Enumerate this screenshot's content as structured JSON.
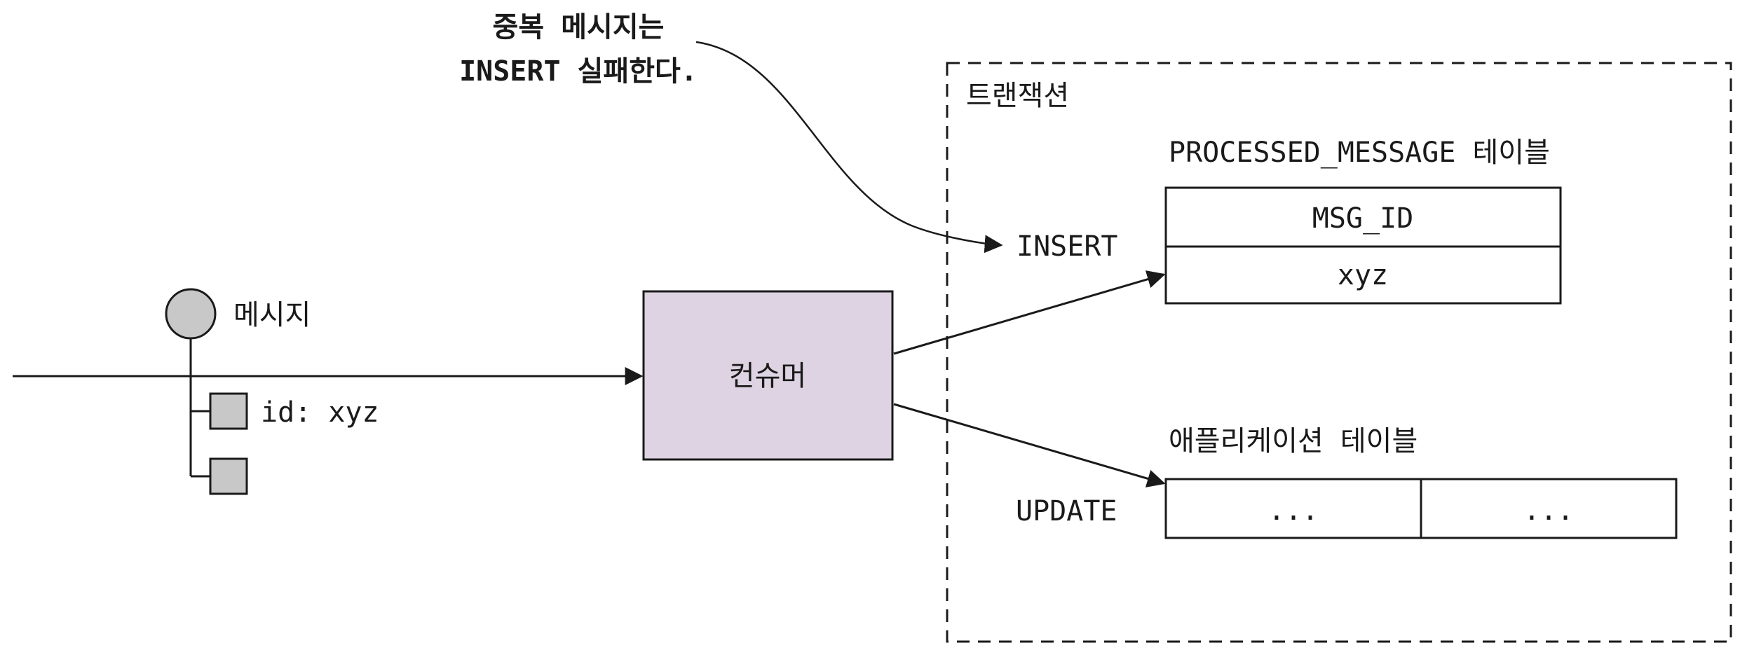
{
  "annotation": {
    "line1": "중복 메시지는",
    "line2": "INSERT 실패한다."
  },
  "message": {
    "label": "메시지",
    "id_label": "id: xyz"
  },
  "consumer": {
    "label": "컨슈머",
    "fill": "#ddd3e2"
  },
  "transaction": {
    "label": "트랜잭션"
  },
  "processed_table": {
    "title": "PROCESSED_MESSAGE 테이블",
    "header": "MSG_ID",
    "value": "xyz"
  },
  "app_table": {
    "title": "애플리케이션 테이블",
    "cells": [
      "...",
      "..."
    ]
  },
  "ops": {
    "insert": "INSERT",
    "update": "UPDATE"
  },
  "colors": {
    "node_gray": "#c8c8c8",
    "stroke": "#1a1a1a"
  }
}
